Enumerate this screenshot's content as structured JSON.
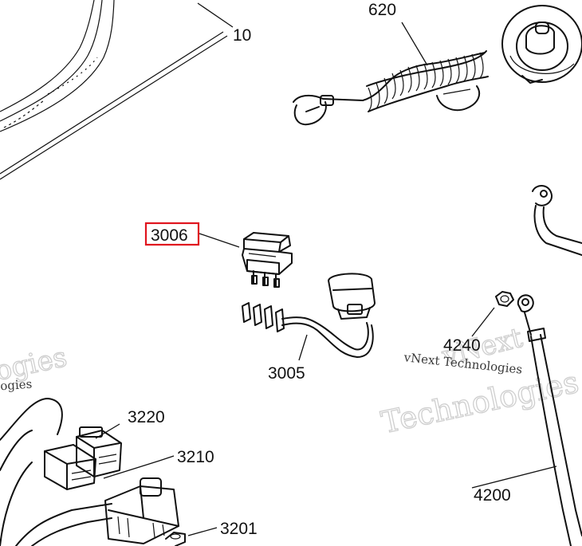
{
  "callouts": {
    "p10": "10",
    "p620": "620",
    "p3006": "3006",
    "p3005": "3005",
    "p4240": "4240",
    "p3220": "3220",
    "p3210": "3210",
    "p4200": "4200",
    "p3201": "3201"
  },
  "highlight": {
    "label": "3006",
    "color": "#e0141e"
  },
  "watermark": {
    "left_large": "ogies",
    "left_small": "ogies",
    "right_large_1": "vNext",
    "right_large_2": "Technologies",
    "right_small": "vNext Technologies"
  }
}
